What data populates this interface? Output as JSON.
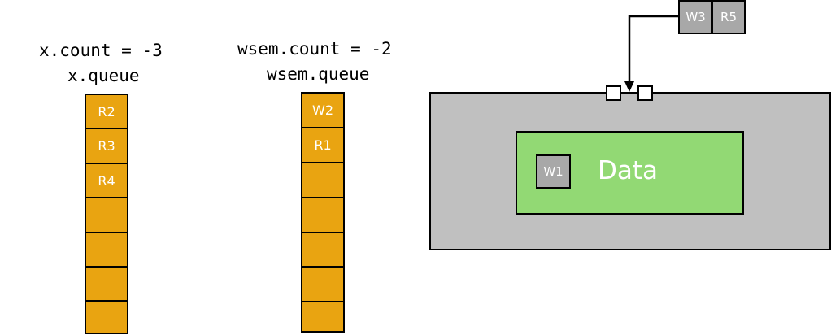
{
  "x_label": {
    "count_text": "x.count = -3",
    "queue_text": "x.queue",
    "cells": [
      "R2",
      "R3",
      "R4",
      "",
      "",
      "",
      ""
    ]
  },
  "wsem_label": {
    "count_text": "wsem.count = -2",
    "queue_text": "wsem.queue",
    "cells": [
      "W2",
      "R1",
      "",
      "",
      "",
      "",
      ""
    ]
  },
  "monitor": {
    "data_label": "Data",
    "inside_label": "W1",
    "entry_queue": [
      "W3",
      "R5"
    ]
  },
  "colors": {
    "queue_fill": "#e9a411",
    "monitor_fill": "#c0c0c0",
    "data_fill": "#92d974",
    "tag_fill": "#a8a8a8"
  }
}
